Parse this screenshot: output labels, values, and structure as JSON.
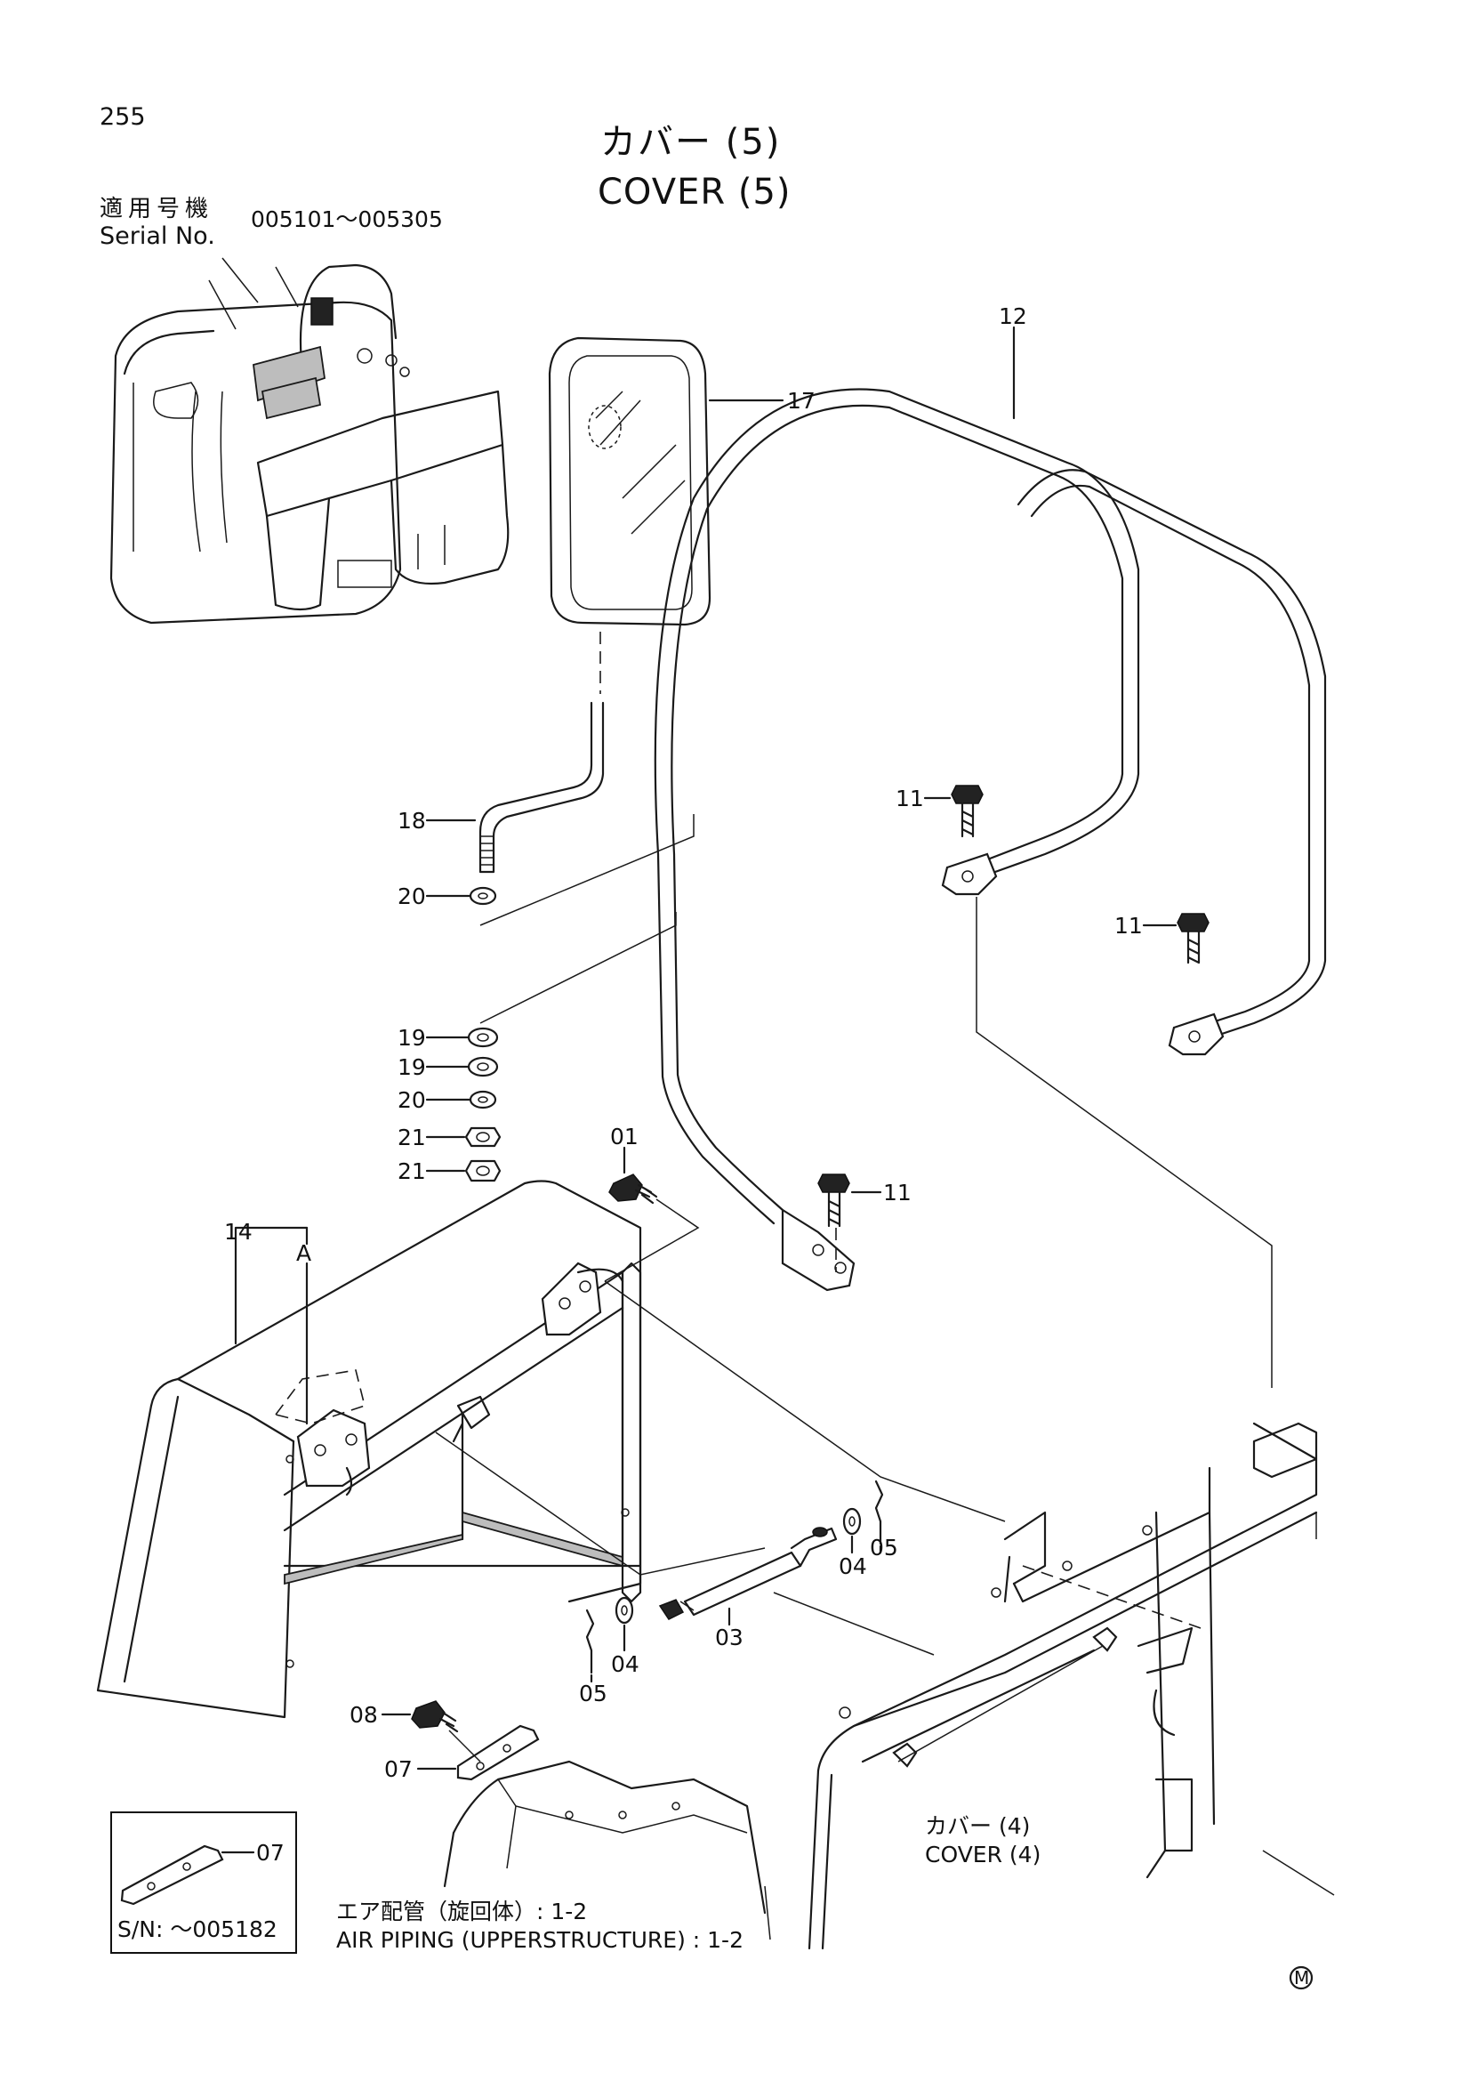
{
  "page_number": "255",
  "title_ja": "カバー (5)",
  "title_en": "COVER (5)",
  "serial": {
    "label_ja": "適用号機",
    "label_en": "Serial No.",
    "range": "005101～005305"
  },
  "part_labels": {
    "p01": "01",
    "p03": "03",
    "p04a": "04",
    "p04b": "04",
    "p05a": "05",
    "p05b": "05",
    "p07": "07",
    "p08": "08",
    "p11a": "11",
    "p11b": "11",
    "p11c": "11",
    "p12": "12",
    "p14": "14",
    "p17": "17",
    "p18": "18",
    "p19a": "19",
    "p19b": "19",
    "p20a": "20",
    "p20b": "20",
    "p21a": "21",
    "p21b": "21",
    "pA": "A"
  },
  "inset": {
    "part": "07",
    "serial_note": "S/N: ～005182"
  },
  "refs": {
    "cover4_ja": "カバー (4)",
    "cover4_en": "COVER (4)",
    "air_ja": "エア配管（旋回体）: 1-2",
    "air_en": "AIR PIPING (UPPERSTRUCTURE) : 1-2"
  },
  "mark": "M"
}
